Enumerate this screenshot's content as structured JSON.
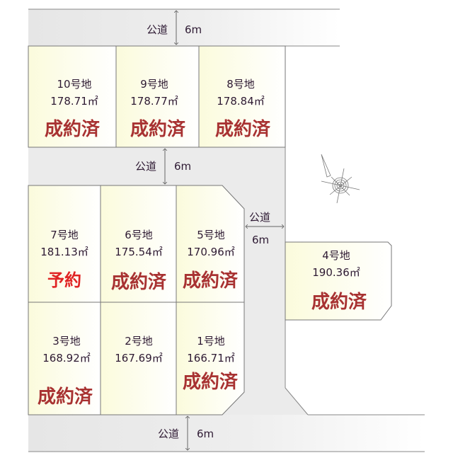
{
  "roads": {
    "top": {
      "name": "公道",
      "width": "6m"
    },
    "middle": {
      "name": "公道",
      "width": "6m"
    },
    "vertical": {
      "name": "公道",
      "width": "6m"
    },
    "bottom": {
      "name": "公道",
      "width": "6m"
    }
  },
  "lots": [
    {
      "number": "10号地",
      "area": "178.71㎡",
      "status": "成約済"
    },
    {
      "number": "9号地",
      "area": "178.77㎡",
      "status": "成約済"
    },
    {
      "number": "8号地",
      "area": "178.84㎡",
      "status": "成約済"
    },
    {
      "number": "7号地",
      "area": "181.13㎡",
      "status": "予約"
    },
    {
      "number": "6号地",
      "area": "175.54㎡",
      "status": "成約済"
    },
    {
      "number": "5号地",
      "area": "170.96㎡",
      "status": "成約済"
    },
    {
      "number": "4号地",
      "area": "190.36㎡",
      "status": "成約済"
    },
    {
      "number": "3号地",
      "area": "168.92㎡",
      "status": "成約済"
    },
    {
      "number": "2号地",
      "area": "167.69㎡",
      "status": ""
    },
    {
      "number": "1号地",
      "area": "166.71㎡",
      "status": "成約済"
    }
  ],
  "colors": {
    "sold": "#a83232",
    "reserved": "#e02424",
    "lot_fill": "#fdfde8",
    "road_fill": "#e9e9e9"
  }
}
